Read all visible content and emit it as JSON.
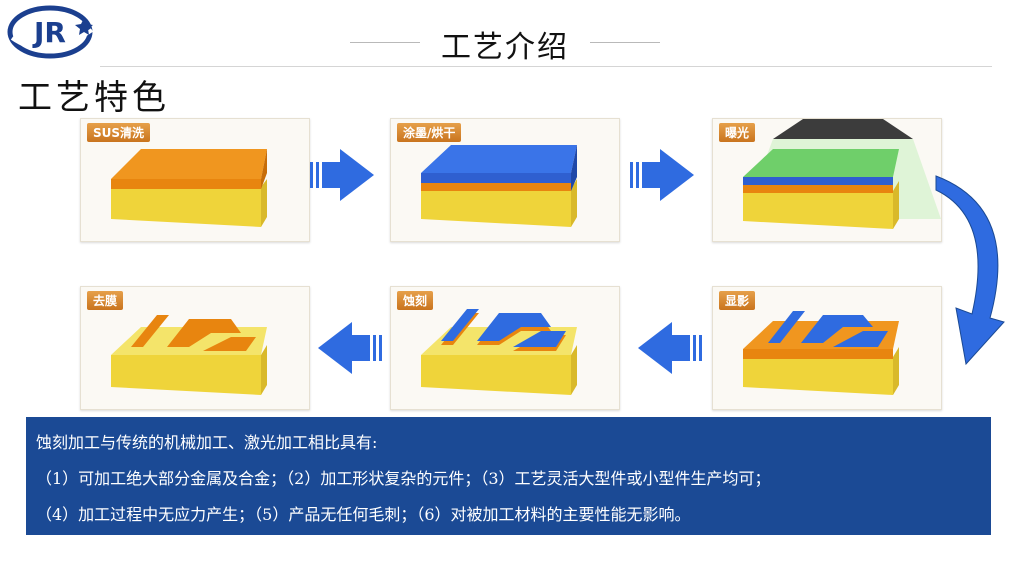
{
  "logo": {
    "text": "JR"
  },
  "header": {
    "title": "工艺介绍",
    "subtitle": "工艺特色"
  },
  "steps": [
    {
      "label": "SUS清洗"
    },
    {
      "label": "涂墨/烘干"
    },
    {
      "label": "曝光"
    },
    {
      "label": "显影"
    },
    {
      "label": "蚀刻"
    },
    {
      "label": "去膜"
    }
  ],
  "info": {
    "lines": [
      "蚀刻加工与传统的机械加工、激光加工相比具有:",
      "（1）可加工绝大部分金属及合金；（2）加工形状复杂的元件；（3）工艺灵活大型件或小型件生产均可；",
      "（4）加工过程中无应力产生；（5）产品无任何毛刺；（6）对被加工材料的主要性能无影响。"
    ]
  },
  "colors": {
    "accent_blue": "#1b4a95",
    "substrate_orange": "#e8850f",
    "ink_blue": "#2f6be0",
    "base_yellow": "#f3e24a"
  }
}
